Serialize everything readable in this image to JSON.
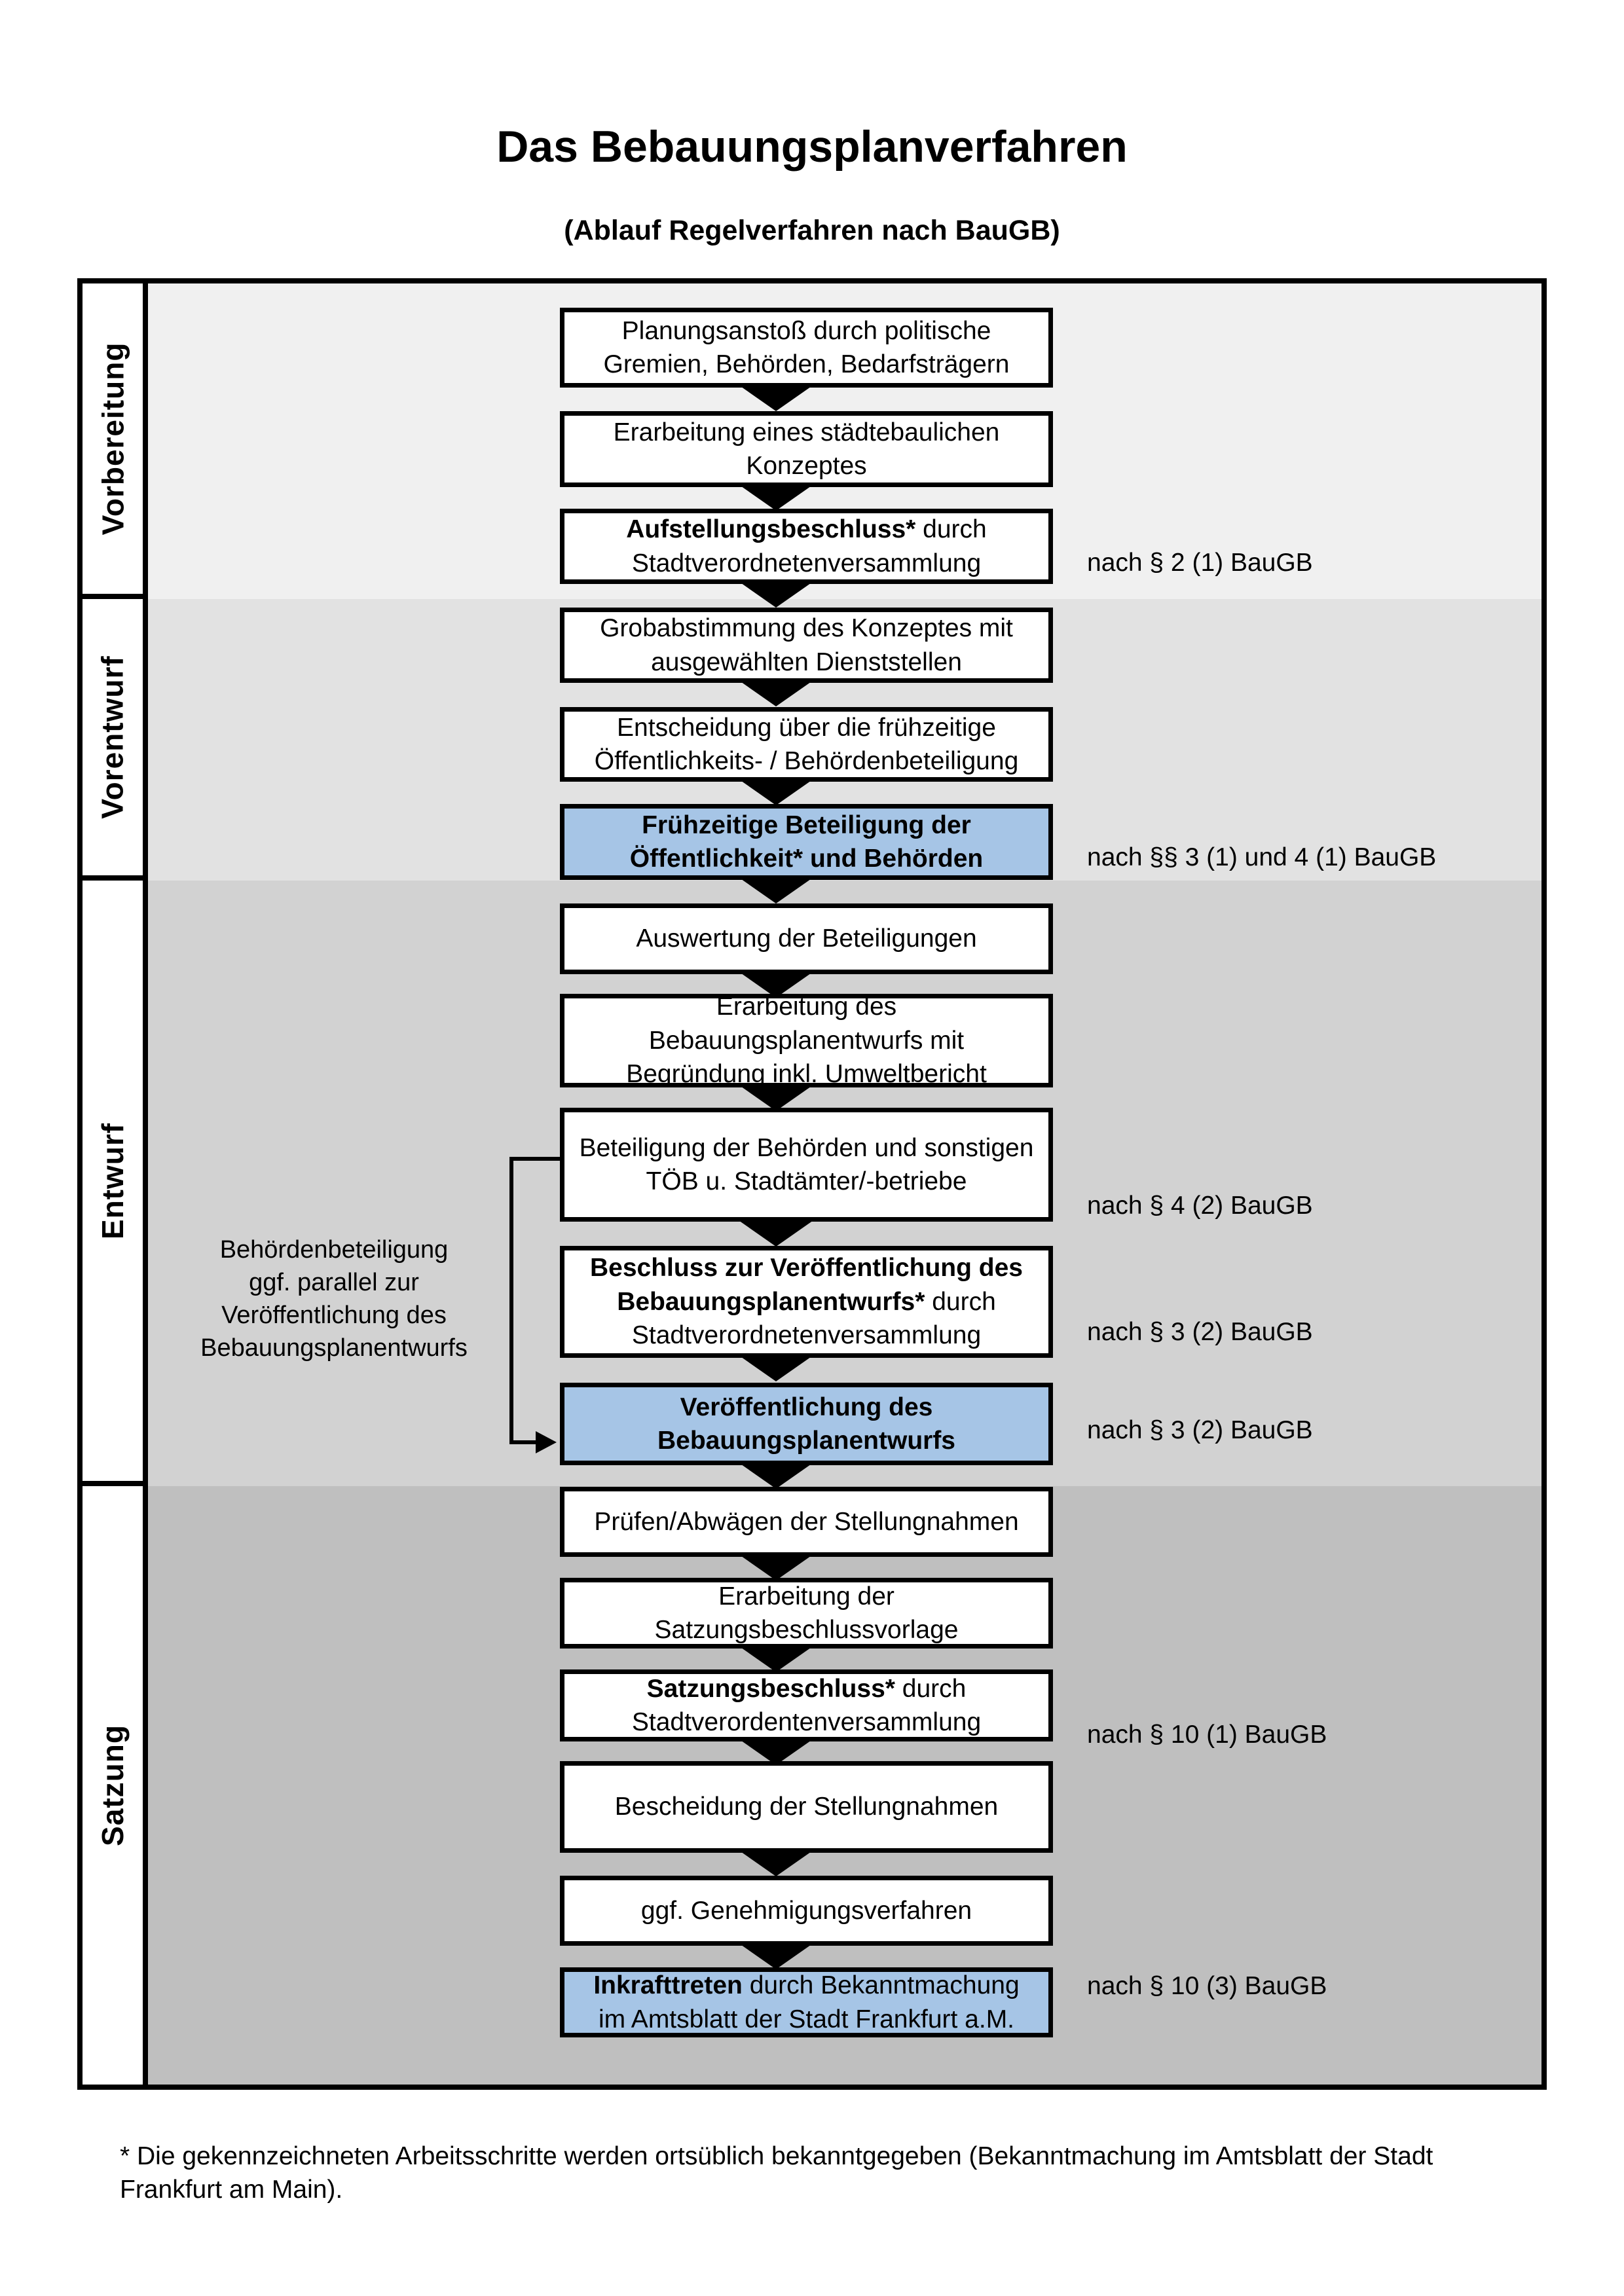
{
  "title": "Das Bebauungsplanverfahren",
  "subtitle": "(Ablauf Regelverfahren nach BauGB)",
  "phases": [
    {
      "label": "Vorbereitung"
    },
    {
      "label": "Vorentwurf"
    },
    {
      "label": "Entwurf"
    },
    {
      "label": "Satzung"
    }
  ],
  "boxes": [
    {
      "bold": "",
      "text": "Planungsanstoß durch politische Gremien, Behörden, Bedarfsträgern",
      "highlighted": false
    },
    {
      "bold": "",
      "text": "Erarbeitung eines städtebaulichen Konzeptes",
      "highlighted": false
    },
    {
      "bold": "Aufstellungsbeschluss*",
      "text": " durch Stadtverordnetenversammlung",
      "highlighted": false
    },
    {
      "bold": "",
      "text": "Grobabstimmung des Konzeptes mit ausgewählten Dienststellen",
      "highlighted": false
    },
    {
      "bold": "",
      "text": "Entscheidung über die frühzeitige Öffentlichkeits- / Behördenbeteiligung",
      "highlighted": false
    },
    {
      "bold": "Frühzeitige Beteiligung der Öffentlichkeit* und Behörden",
      "text": "",
      "highlighted": true
    },
    {
      "bold": "",
      "text": "Auswertung der Beteiligungen",
      "highlighted": false
    },
    {
      "bold": "",
      "text": "Erarbeitung des Bebauungsplanentwurfs mit Begründung inkl. Umweltbericht",
      "highlighted": false
    },
    {
      "bold": "",
      "text": "Beteiligung der Behörden und sonstigen TÖB u. Stadtämter/-betriebe",
      "highlighted": false
    },
    {
      "bold": "Beschluss zur Veröffentlichung des Bebauungsplanentwurfs*",
      "text": " durch Stadtverordnetenversammlung",
      "highlighted": false
    },
    {
      "bold": "Veröffentlichung des Bebauungsplanentwurfs",
      "text": "",
      "highlighted": true
    },
    {
      "bold": "",
      "text": "Prüfen/Abwägen der Stellungnahmen",
      "highlighted": false
    },
    {
      "bold": "",
      "text": "Erarbeitung der Satzungsbeschlussvorlage",
      "highlighted": false
    },
    {
      "bold": "Satzungsbeschluss*",
      "text": " durch Stadtverordentenversammlung",
      "highlighted": false
    },
    {
      "bold": "",
      "text": "Bescheidung der Stellungnahmen",
      "highlighted": false
    },
    {
      "bold": "",
      "text": "ggf. Genehmigungsverfahren",
      "highlighted": false
    },
    {
      "bold": "Inkrafttreten",
      "text": " durch Bekanntmachung im Amtsblatt der Stadt Frankfurt a.M.",
      "highlighted": true
    }
  ],
  "legal_refs": [
    "nach § 2 (1) BauGB",
    "nach §§ 3 (1) und 4 (1) BauGB",
    "nach § 4 (2) BauGB",
    "nach § 3 (2) BauGB",
    "nach § 3 (2) BauGB",
    "nach § 10 (1) BauGB",
    "nach § 10 (3) BauGB"
  ],
  "side_note": {
    "lines": [
      "Behördenbeteiligung",
      "ggf. parallel zur",
      "Veröffentlichung des",
      "Bebauungsplanentwurfs"
    ]
  },
  "footnote": "* Die gekennzeichneten Arbeitsschritte werden ortsüblich bekanntgegeben (Bekanntmachung im Amtsblatt  der Stadt Frankfurt am Main).",
  "colors": {
    "highlight_blue": "#a6c5e6",
    "section_vorbereitung": "#f0f0f0",
    "section_vorentwurf": "#e2e2e2",
    "section_entwurf": "#d2d2d2",
    "section_satzung": "#bfbfbf",
    "line_black": "#000000",
    "box_background": "#ffffff"
  }
}
